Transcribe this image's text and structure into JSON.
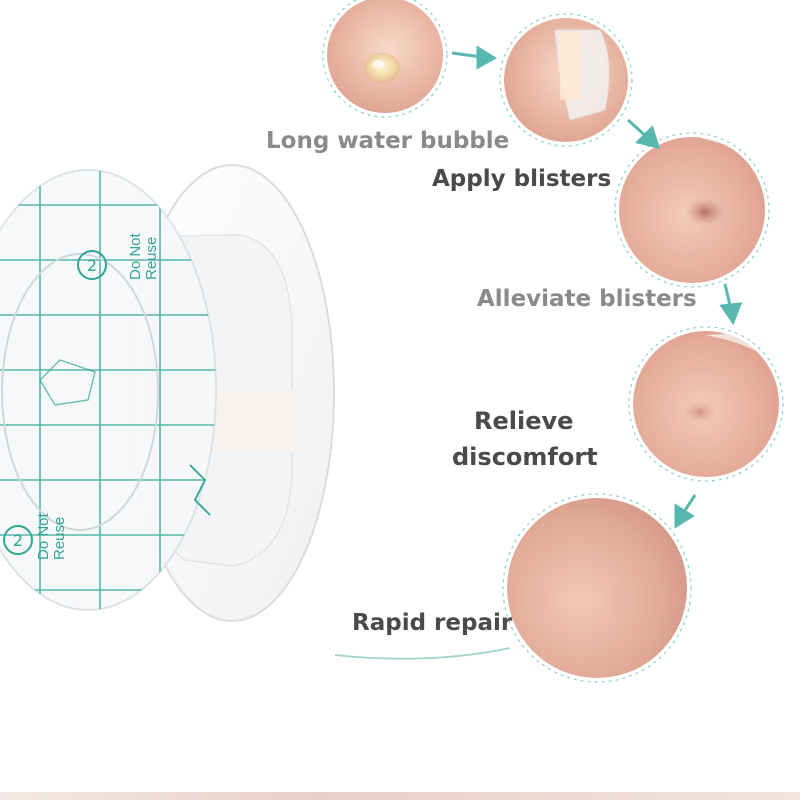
{
  "steps": [
    {
      "label": "Long water bubble"
    },
    {
      "label": "Apply blisters"
    },
    {
      "label": "Alleviate blisters"
    },
    {
      "label": "Relieve",
      "label_line2": "discomfort"
    },
    {
      "label": "Rapid repair"
    }
  ],
  "patch": {
    "print_text_line1": "Do Not",
    "print_text_line2": "Reuse"
  },
  "colors": {
    "arrow": "#57b8b0",
    "grid_print": "#2fa595",
    "label_light": "#8a8a8a",
    "label_dark": "#4a4a4a",
    "skin": "#e8b5a6"
  }
}
